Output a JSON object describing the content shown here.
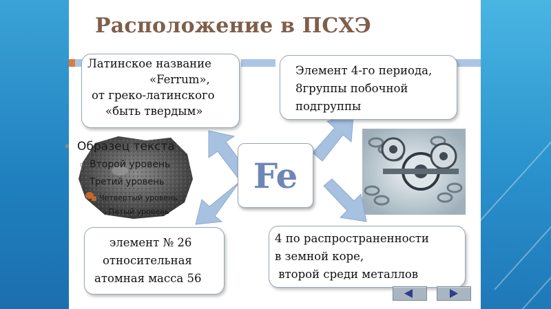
{
  "slide": {
    "title": "Расположение в ПСХЭ",
    "symbol": "Fe"
  },
  "boxes": {
    "latin": {
      "lines": [
        "Латинское название",
        "«Ferrum»,",
        "от греко-латинского",
        "«быть твердым»"
      ]
    },
    "period": {
      "lines": [
        "Элемент  4-го периода,",
        "8группы побочной",
        "подгруппы"
      ]
    },
    "number": {
      "lines": [
        "элемент № 26",
        "относительная",
        "атомная масса 56"
      ]
    },
    "abundance": {
      "lines": [
        "4 по распространенности",
        "в земной коре,",
        " второй среди металлов"
      ]
    }
  },
  "placeholder_outline": {
    "level1": "Образец текста",
    "level2": "Второй уровень",
    "level3": "Третий уровень",
    "level4": "Четвертый уровень",
    "level5": "Пятый уровень"
  },
  "images": {
    "left": "iron-ore-photo",
    "right": "metal-chains-gears-photo"
  },
  "navigation": {
    "prev": "left-arrow-icon",
    "next": "right-arrow-icon"
  },
  "colors": {
    "title": "#7f5e4a",
    "symbol": "#6f86b8",
    "arrows": "#a7c1e1",
    "accent": "#e07a3a",
    "background": "#2b8ec4"
  }
}
